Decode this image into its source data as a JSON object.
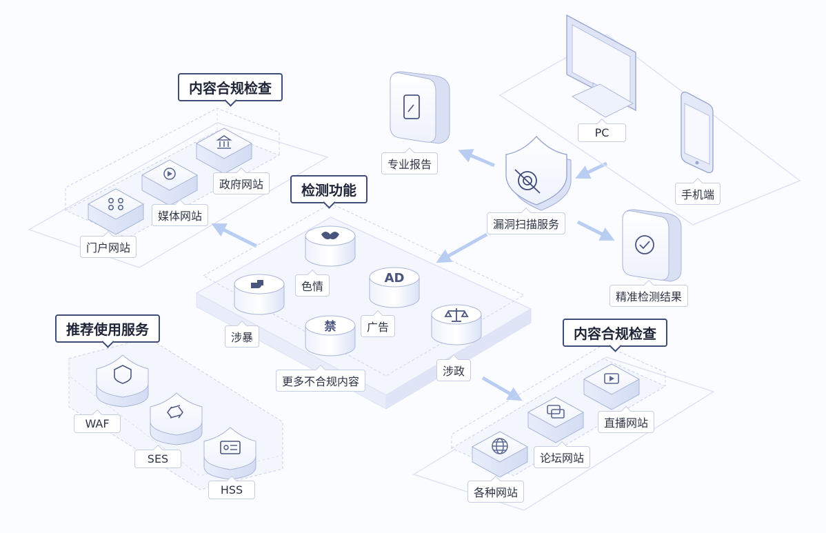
{
  "panels": {
    "content_compliance_top": {
      "title": "内容合规检查",
      "items": [
        "门户网站",
        "媒体网站",
        "政府网站"
      ]
    },
    "detection": {
      "title": "检测功能",
      "items": [
        "色情",
        "广告",
        "涉暴",
        "更多不合规内容",
        "涉政"
      ]
    },
    "recommended": {
      "title": "推荐使用服务",
      "items": [
        "WAF",
        "SES",
        "HSS"
      ]
    },
    "content_compliance_bottom": {
      "title": "内容合规检查",
      "items": [
        "直播网站",
        "论坛网站",
        "各种网站"
      ]
    }
  },
  "scan": {
    "service_label": "漏洞扫描服务",
    "report_label": "专业报告",
    "result_label": "精准检测结果",
    "pc_label": "PC",
    "mobile_label": "手机端"
  },
  "icon_text": {
    "ad": "AD",
    "ban": "禁"
  },
  "colors": {
    "accent": "#3e4a78",
    "arrow": "#b9cdf3",
    "outline": "#c7cde3"
  }
}
